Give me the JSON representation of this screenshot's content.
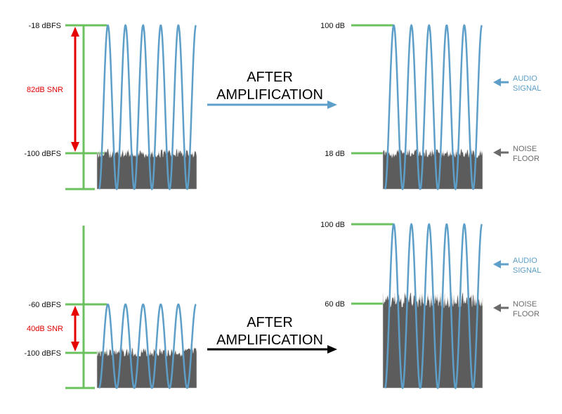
{
  "colors": {
    "green": "#6cc15f",
    "blue": "#5d9fc8",
    "red": "#e60000",
    "noise": "#5c5c5c",
    "noise_light": "#d8d8d8",
    "arrow_blue": "#5d9fc8",
    "arrow_black": "#000000",
    "legend_gray": "#6b6b6b"
  },
  "top": {
    "label_high": "-18 dBFS",
    "label_low": "-100 dBFS",
    "snr": "82dB SNR",
    "arrow_line1": "AFTER",
    "arrow_line2": "AMPLIFICATION",
    "out_label_high": "100 dB",
    "out_label_low": "18 dB",
    "legend_audio_1": "AUDIO",
    "legend_audio_2": "SIGNAL",
    "legend_noise_1": "NOISE",
    "legend_noise_2": "FLOOR"
  },
  "bottom": {
    "label_high": "-60 dBFS",
    "label_low": "-100 dBFS",
    "snr": "40dB SNR",
    "arrow_line1": "AFTER",
    "arrow_line2": "AMPLIFICATION",
    "out_label_high": "100 dB",
    "out_label_low": "60 dB",
    "legend_audio_1": "AUDIO",
    "legend_audio_2": "SIGNAL",
    "legend_noise_1": "NOISE",
    "legend_noise_2": "FLOOR"
  },
  "icons": {
    "signal_waveform": "sine-wave",
    "noise_floor": "noise-block",
    "pointer": "left-arrow"
  }
}
